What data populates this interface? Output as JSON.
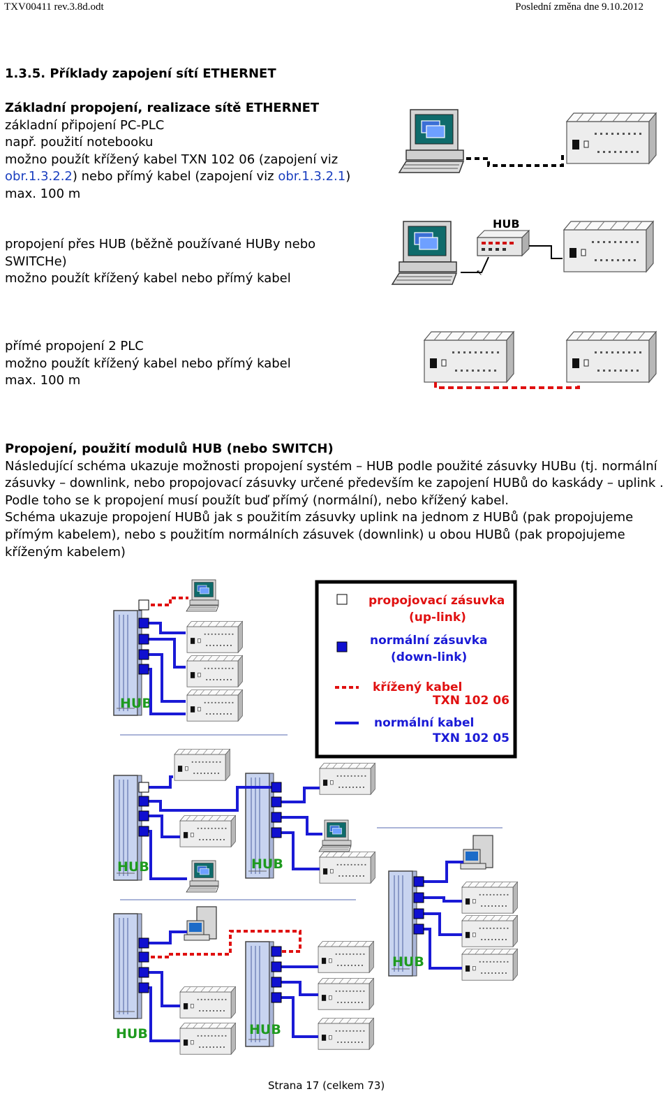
{
  "header": {
    "left": "TXV00411 rev.3.8d.odt",
    "right": "Poslední změna dne 9.10.2012"
  },
  "section_title": "1.3.5.  Příklady  zapojení sítí ETHERNET",
  "basic": {
    "heading": "Základní propojení, realizace sítě ETHERNET",
    "line1": "základní připojení PC-PLC",
    "line2": "např. použití notebooku",
    "line3": "možno použít křížený kabel TXN 102 06 (zapojení viz",
    "ref1": "obr.1.3.2.2",
    "mid": ") nebo přímý kabel (zapojení viz ",
    "ref2": "obr.1.3.2.1",
    "end": ")",
    "max": "max. 100 m"
  },
  "hubconn": {
    "line1": "propojení přes HUB (běžně používané HUBy nebo",
    "line2": "SWITCHe)",
    "line3": "možno použít křížený kabel nebo přímý kabel"
  },
  "direct": {
    "line1": "přímé propojení 2 PLC",
    "line2": "možno použít křížený kabel nebo přímý kabel",
    "line3": "max. 100 m"
  },
  "modules": {
    "heading": "Propojení, použití modulů HUB (nebo SWITCH)",
    "p1": "Následující schéma ukazuje možnosti propojení systém – HUB podle použité zásuvky HUBu (tj. normální",
    "p2": "zásuvky – downlink, nebo propojovací zásuvky určené především ke zapojení HUBů do kaskády – uplink .",
    "p3": "Podle toho se k propojení musí použít buď přímý (normální), nebo křížený kabel.",
    "p4": "Schéma ukazuje propojení HUBů jak s použitím zásuvky uplink na jednom z HUBů (pak propojujeme",
    "p5": "přímým kabelem), nebo s použitím normálních zásuvek (downlink) u obou HUBů (pak propojujeme",
    "p6": "kříženým kabelem)"
  },
  "diagram_labels": {
    "hub": "HUB"
  },
  "legend": {
    "uplink_1": "propojovací zásuvka",
    "uplink_2": "(up-link)",
    "downlink_1": "normální zásuvka",
    "downlink_2": "(down-link)",
    "cross_1": "křížený kabel",
    "cross_2": "TXN 102 06",
    "straight_1": "normální kabel",
    "straight_2": "TXN 102 05"
  },
  "colors": {
    "cross_cable": "#e01010",
    "straight_cable": "#1a1ad6",
    "hub_label": "#1e9a1e",
    "link": "#1a3fbf"
  },
  "footer": "Strana 17 (celkem 73)"
}
